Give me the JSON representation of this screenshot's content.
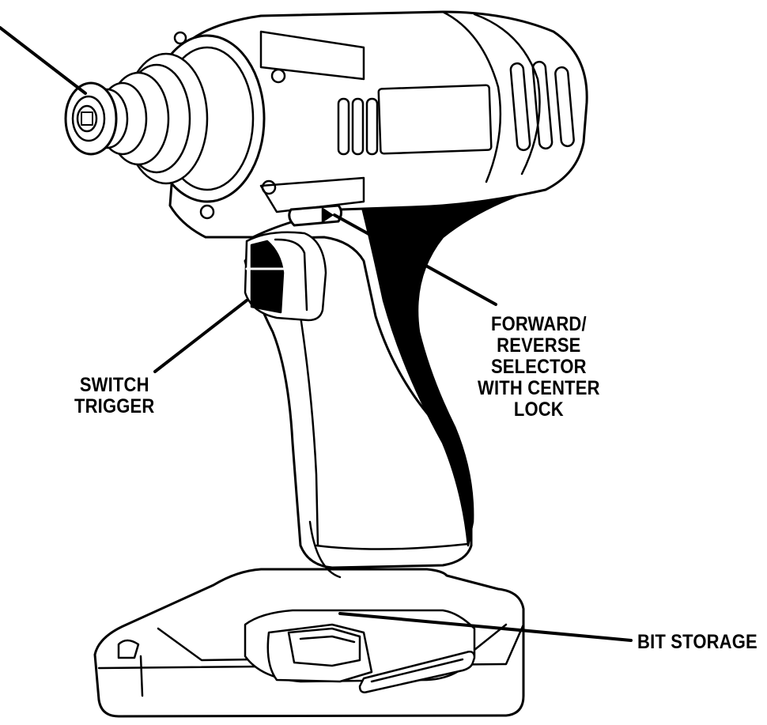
{
  "labels": {
    "switch_trigger": [
      "SWITCH",
      "TRIGGER"
    ],
    "forward_reverse": [
      "FORWARD/",
      "REVERSE",
      "SELECTOR",
      "WITH CENTER",
      "LOCK"
    ],
    "bit_storage": "BIT STORAGE"
  },
  "colors": {
    "ink": "#000000",
    "paper": "#ffffff"
  }
}
